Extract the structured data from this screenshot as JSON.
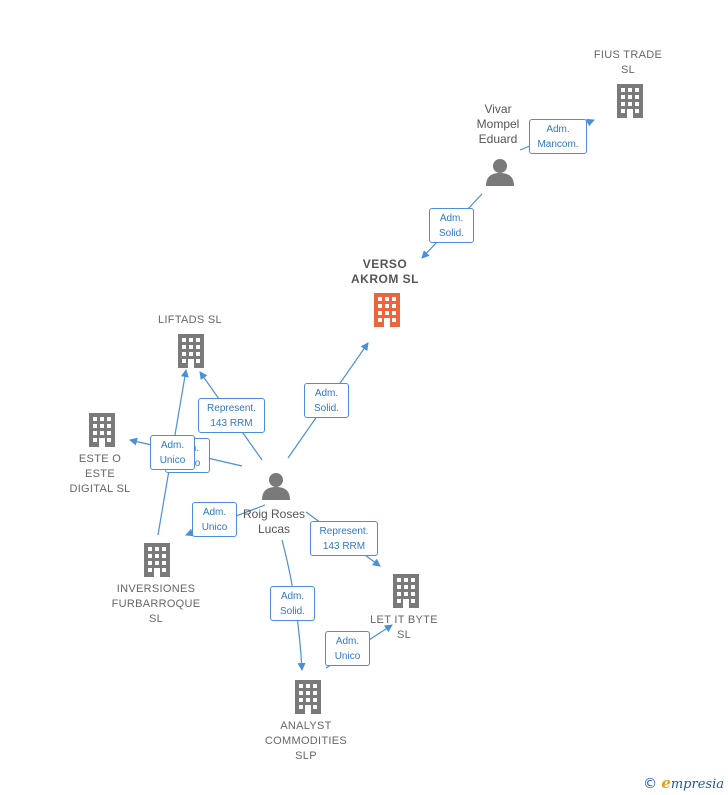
{
  "colors": {
    "edge": "#4a8fd8",
    "building": "#7a7a7a",
    "building_main": "#f0643c",
    "person": "#7a7a7a"
  },
  "nodes": {
    "fius_trade": "FIUS TRADE\nSL",
    "vivar": "Vivar\nMompel\nEduard",
    "verso": "VERSO\nAKROM  SL",
    "liftads": "LIFTADS  SL",
    "este": "ESTE O\nESTE\nDIGITAL  SL",
    "roig": "Roig Roses\nLucas",
    "inversiones": "INVERSIONES\nFURBARROQUE\nSL",
    "let_it_byte": "LET IT BYTE\nSL",
    "analyst": "ANALYST\nCOMMODITIES\nSLP"
  },
  "edges": {
    "vivar_fius": "Adm.\nMancom.",
    "vivar_verso": "Adm.\nSolid.",
    "roig_verso": "Adm.\nSolid.",
    "roig_liftads": "Represent.\n143 RRM",
    "roig_este_hidden": "Adm.\nUnico",
    "roig_este": "Adm.\nUnico",
    "roig_inversiones": "Adm.\nUnico",
    "roig_letitbyte": "Represent.\n143 RRM",
    "roig_analyst": "Adm.\nSolid.",
    "analyst_letitbyte": "Adm.\nUnico"
  },
  "footer": {
    "copyright": "©",
    "brand_initial": "e",
    "brand_rest": "mpresia"
  }
}
